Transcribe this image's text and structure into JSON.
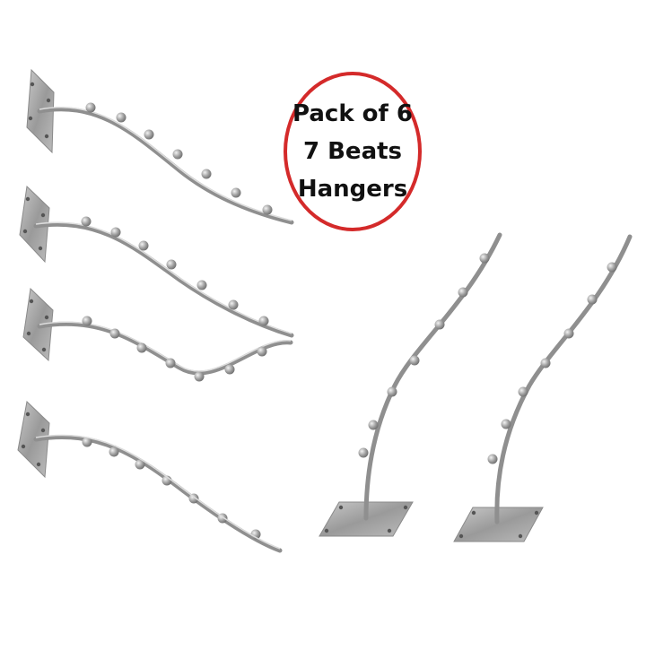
{
  "badge": {
    "line1": "Pack of 6",
    "line2": "7 Beats",
    "line3": "Hangers",
    "border_color": "#d42a2a"
  },
  "product": {
    "hanger_count": 6,
    "beads_per_hanger": 7,
    "metal_color": "#a9a9a9"
  }
}
